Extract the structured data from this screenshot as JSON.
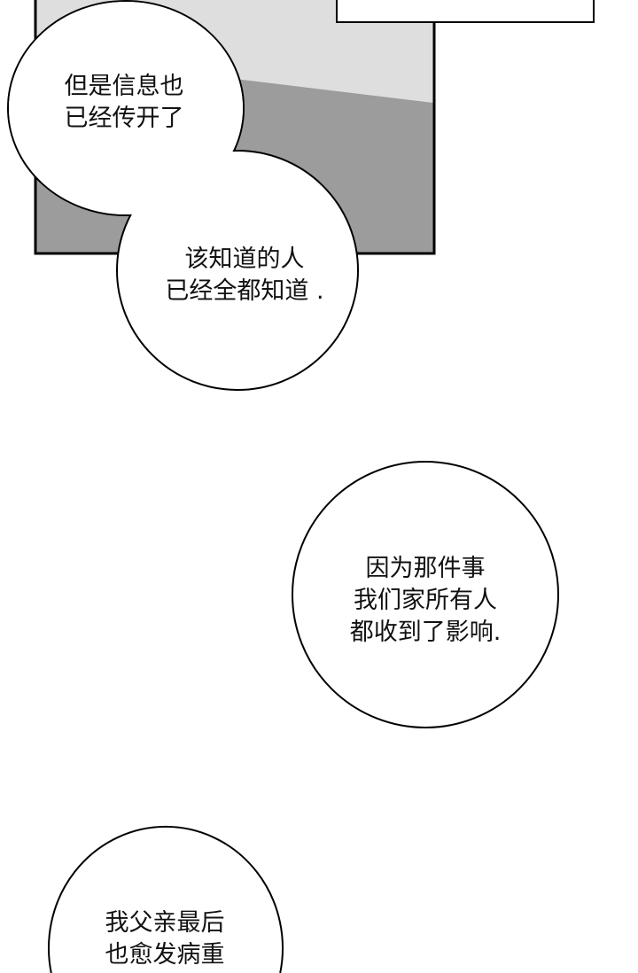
{
  "colors": {
    "panel_light": "#dedede",
    "panel_dark": "#9c9c9c",
    "outline": "#000000",
    "bubble_fill": "#ffffff"
  },
  "bubbles": [
    {
      "lines": [
        "但是信息也",
        "已经传开了"
      ]
    },
    {
      "lines": [
        "该知道的人",
        "已经全都知道 ."
      ]
    },
    {
      "lines": [
        "因为那件事",
        "我们家所有人",
        "都收到了影响."
      ]
    },
    {
      "lines": [
        "我父亲最后",
        "也愈发病重"
      ]
    }
  ]
}
